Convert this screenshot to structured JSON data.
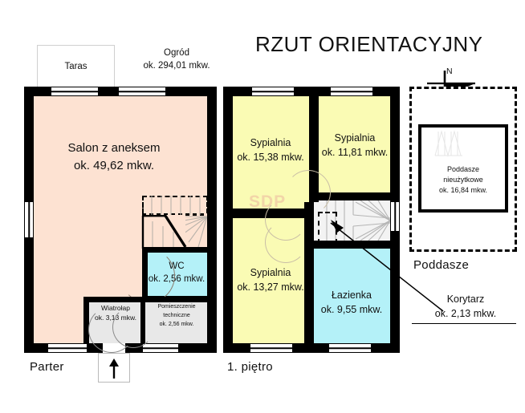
{
  "title": "RZUT ORIENTACYJNY",
  "watermark": "SDP",
  "compass": {
    "north_label": "N",
    "icon": "compass-north-arrow"
  },
  "floors": {
    "ground": {
      "name": "Parter",
      "outdoor": {
        "terrace": {
          "label": "Taras"
        },
        "garden": {
          "label": "Ogród",
          "area": "ok. 294,01 mkw."
        }
      },
      "rooms": [
        {
          "key": "salon",
          "label": "Salon z aneksem",
          "area": "ok. 49,62 mkw."
        },
        {
          "key": "wc",
          "label": "WC",
          "area": "ok. 2,56 mkw."
        },
        {
          "key": "vest",
          "label": "Wiatrołap",
          "area": "ok. 3,13 mkw."
        },
        {
          "key": "tech",
          "label": "Pomieszczenie\ntechniczne",
          "area": "ok. 2,56 mkw.",
          "label_line1": "Pomieszczenie",
          "label_line2": "techniczne"
        }
      ],
      "entrance": {
        "icon": "entrance-arrow-up"
      }
    },
    "first": {
      "name": "1. piętro",
      "rooms": [
        {
          "key": "bed1",
          "label": "Sypialnia",
          "area": "ok. 15,38 mkw."
        },
        {
          "key": "bed2",
          "label": "Sypialnia",
          "area": "ok. 11,81 mkw."
        },
        {
          "key": "bed3",
          "label": "Sypialnia",
          "area": "ok. 13,27 mkw."
        },
        {
          "key": "bath",
          "label": "Łazienka",
          "area": "ok. 9,55 mkw."
        }
      ],
      "callout": {
        "label": "Korytarz",
        "area": "ok. 2,13 mkw."
      }
    },
    "attic": {
      "name": "Poddasze",
      "room": {
        "label_line1": "Poddasze",
        "label_line2": "nieużytkowe",
        "area": "ok. 16,84 mkw."
      }
    }
  },
  "colors": {
    "salon": "#fde2d2",
    "bedroom": "#fafbb4",
    "bathroom": "#b4f1f8",
    "technical": "#e8e8e8",
    "wall": "#000000",
    "watermark": "#f0c9a4"
  }
}
